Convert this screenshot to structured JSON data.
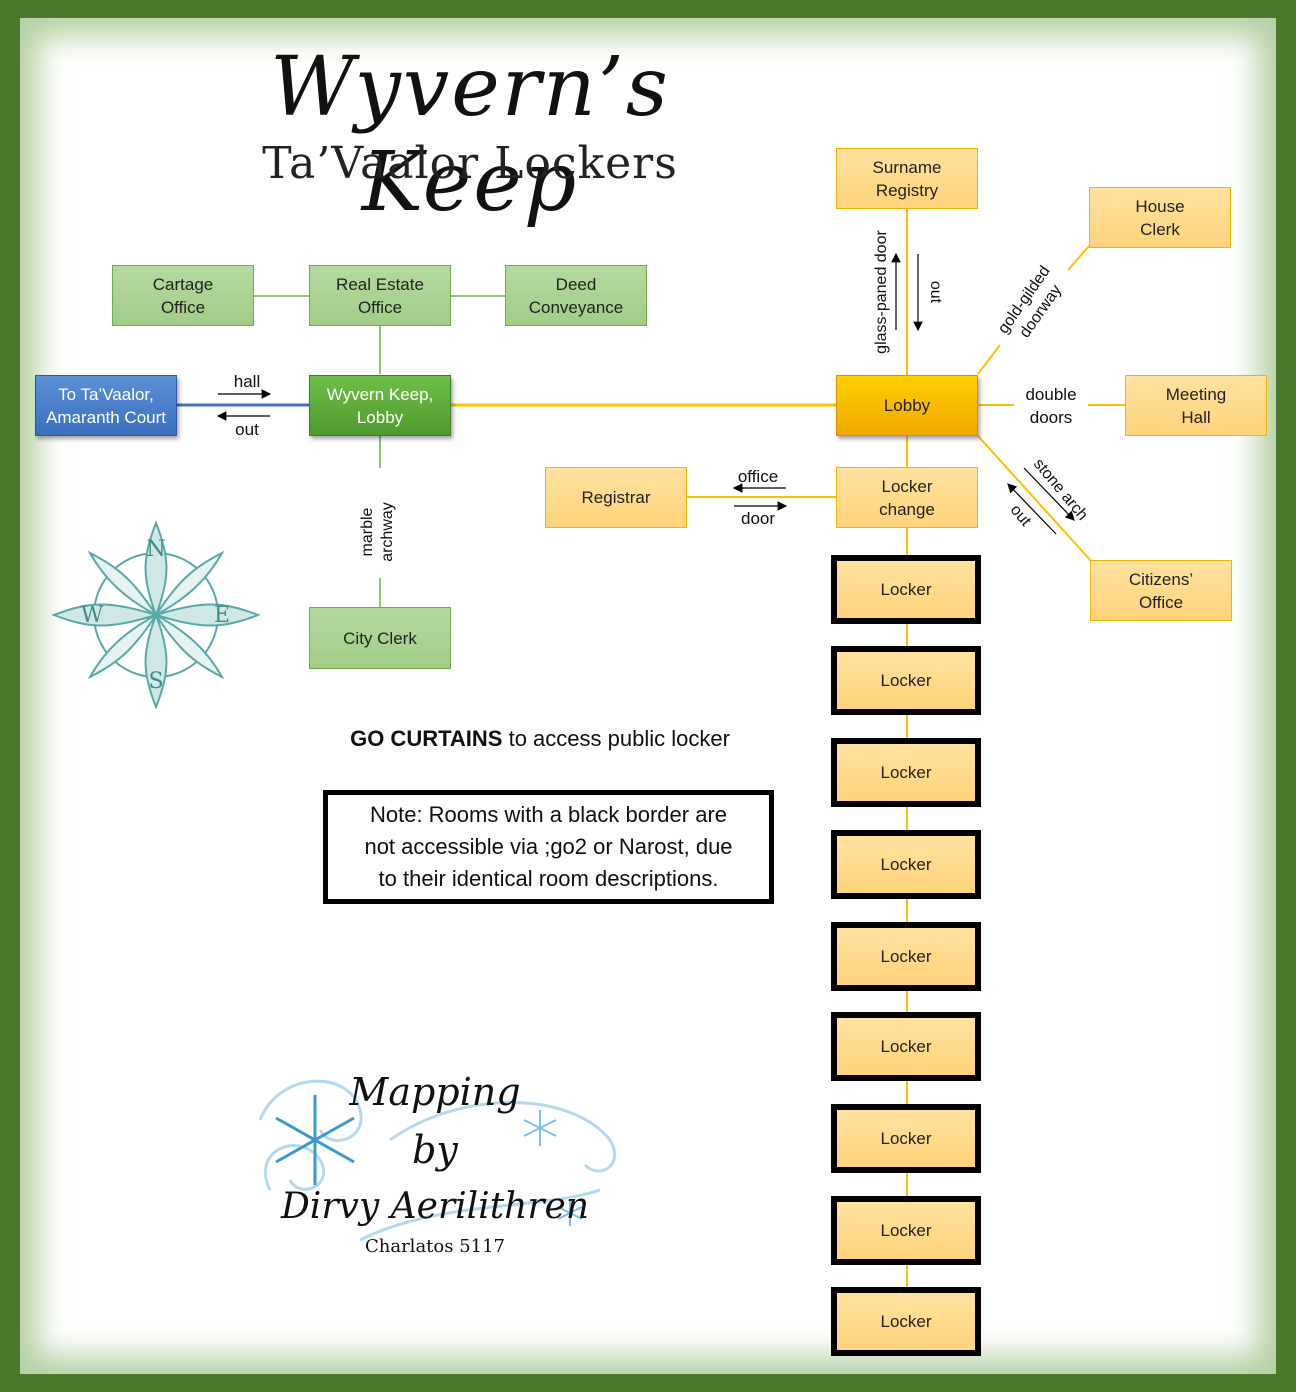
{
  "title": "Wyvern’s Keep",
  "subtitle": "Ta’Vaalor Lockers",
  "colors": {
    "frame": "#4b7a2f",
    "green_room": "#a9d18e",
    "green_hub": "#5aa83a",
    "blue_exit": "#4472c4",
    "orange_room": "#ffd98a",
    "orange_hub": "#ffc000",
    "connector_green": "#70ad47",
    "connector_orange": "#ffc000",
    "connector_blue": "#4472c4"
  },
  "rooms": {
    "to_tavaalor": "To Ta’Vaalor,\nAmaranth Court",
    "cartage": "Cartage\nOffice",
    "real_estate": "Real Estate\nOffice",
    "deed": "Deed\nConveyance",
    "keep_lobby": "Wyvern Keep,\nLobby",
    "city_clerk": "City Clerk",
    "surname": "Surname\nRegistry",
    "house_clerk": "House\nClerk",
    "lobby": "Lobby",
    "meeting_hall": "Meeting\nHall",
    "locker_change": "Locker\nchange",
    "registrar": "Registrar",
    "citizens": "Citizens’\nOffice",
    "lockers": [
      "Locker",
      "Locker",
      "Locker",
      "Locker",
      "Locker",
      "Locker",
      "Locker",
      "Locker",
      "Locker"
    ]
  },
  "edge_labels": {
    "hall": "hall",
    "out_left": "out",
    "marble": "marble\narchway",
    "glass": "glass-paned door",
    "out_top": "out",
    "gold": "gold-gilded\ndoorway",
    "double": "double\ndoors",
    "office": "office",
    "door": "door",
    "stone": "stone arch",
    "out_stone": "out"
  },
  "go_text": {
    "bold": "GO CURTAINS",
    "rest": " to access public locker"
  },
  "note": "Note:  Rooms with a black border are\nnot accessible via ;go2 or Narost, due\nto their identical room descriptions.",
  "credit": {
    "line1": "Mapping",
    "line2": "by",
    "line3": "Dirvy Aerilithren",
    "line4": "Charlatos 5117"
  },
  "compass_letters": [
    "N",
    "E",
    "S",
    "W"
  ]
}
